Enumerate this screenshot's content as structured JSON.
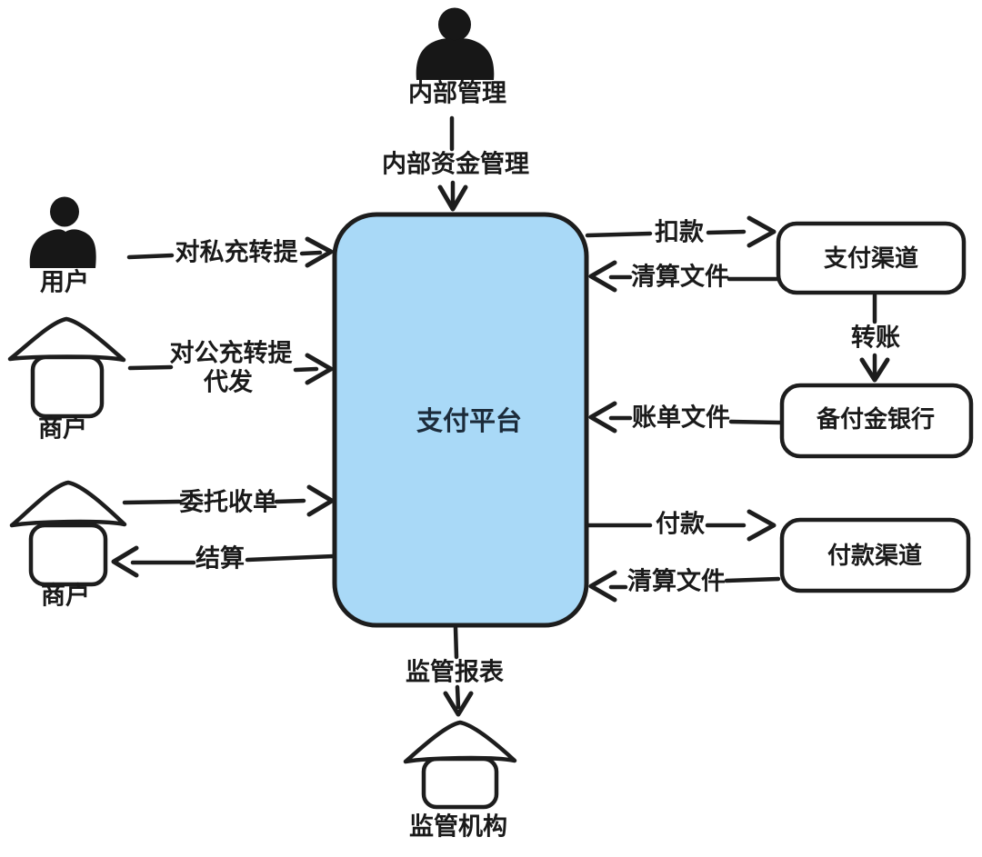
{
  "nodes": {
    "internal_admin": {
      "label": "内部管理",
      "icon": "person-icon"
    },
    "user": {
      "label": "用户",
      "icon": "person-icon"
    },
    "merchant_top": {
      "label": "商户",
      "icon": "house-icon"
    },
    "merchant_bottom": {
      "label": "商户",
      "icon": "house-icon"
    },
    "platform": {
      "label": "支付平台"
    },
    "pay_channel": {
      "label": "支付渠道"
    },
    "reserve_bank": {
      "label": "备付金银行"
    },
    "payout_channel": {
      "label": "付款渠道"
    },
    "regulator": {
      "label": "监管机构",
      "icon": "house-icon"
    }
  },
  "edges": {
    "internal_fund": {
      "label": "内部资金管理",
      "from": "内部管理",
      "to": "支付平台"
    },
    "private_recharge": {
      "label": "对私充转提",
      "from": "用户",
      "to": "支付平台"
    },
    "public_recharge": {
      "label_line1": "对公充转提",
      "label_line2": "代发",
      "from": "商户",
      "to": "支付平台"
    },
    "entrusted_acquiring": {
      "label": "委托收单",
      "from": "商户",
      "to": "支付平台"
    },
    "settlement": {
      "label": "结算",
      "from": "支付平台",
      "to": "商户"
    },
    "deduction": {
      "label": "扣款",
      "from": "支付平台",
      "to": "支付渠道"
    },
    "clearing_file_top": {
      "label": "清算文件",
      "from": "支付渠道",
      "to": "支付平台"
    },
    "transfer": {
      "label": "转账",
      "from": "支付渠道",
      "to": "备付金银行"
    },
    "bill_file": {
      "label": "账单文件",
      "from": "备付金银行",
      "to": "支付平台"
    },
    "payment": {
      "label": "付款",
      "from": "支付平台",
      "to": "付款渠道"
    },
    "clearing_file_bottom": {
      "label": "清算文件",
      "from": "付款渠道",
      "to": "支付平台"
    },
    "regulatory_report": {
      "label": "监管报表",
      "from": "支付平台",
      "to": "监管机构"
    }
  },
  "colors": {
    "platform_fill": "#a9d9f7",
    "stroke": "#1d1d1d",
    "label_text": "#1a1a1a",
    "platform_text": "#1c2b3a",
    "background": "#ffffff"
  }
}
